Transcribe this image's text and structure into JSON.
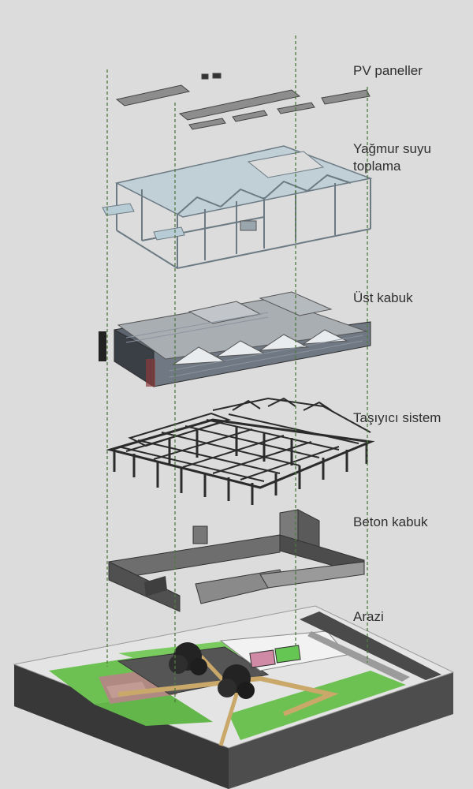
{
  "layers": [
    {
      "id": "pv",
      "label": "PV paneller"
    },
    {
      "id": "rain",
      "label": "Yağmur suyu\ntoplama"
    },
    {
      "id": "envelope",
      "label": "Üst kabuk"
    },
    {
      "id": "structure",
      "label": "Taşıyıcı sistem"
    },
    {
      "id": "concrete",
      "label": "Beton kabuk"
    },
    {
      "id": "site",
      "label": "Arazi"
    }
  ],
  "colors": {
    "background": "#dcdcdc",
    "guide_lines": "#4f7a3f",
    "glass": "#b8ccd6",
    "grass": "#6cc152",
    "structure": "#2b2b2b",
    "concrete": "#6a6a6a",
    "roof": "#a9aeb3"
  }
}
